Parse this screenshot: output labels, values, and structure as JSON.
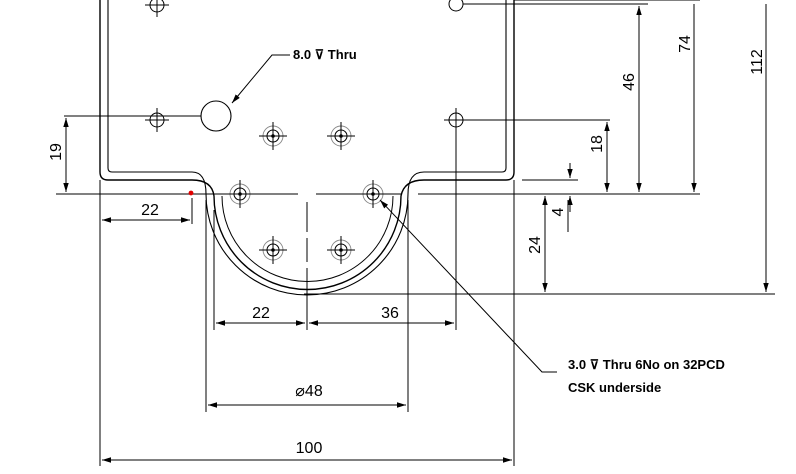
{
  "diagram": {
    "dimensions": {
      "d74": "74",
      "d112": "112",
      "d46": "46",
      "d19": "19",
      "d18": "18",
      "d4": "4",
      "d24": "24",
      "d22_left": "22",
      "d22_bottom": "22",
      "d36": "36",
      "d48": "⌀48",
      "d100": "100"
    },
    "notes": {
      "hole_large": "8.0 ⊽ Thru",
      "hole_small_line1": "3.0 ⊽ Thru 6No on 32PCD",
      "hole_small_line2": "CSK underside"
    },
    "colors": {
      "line": "#000000",
      "marker": "#e00000",
      "countersink": "#888888"
    }
  }
}
